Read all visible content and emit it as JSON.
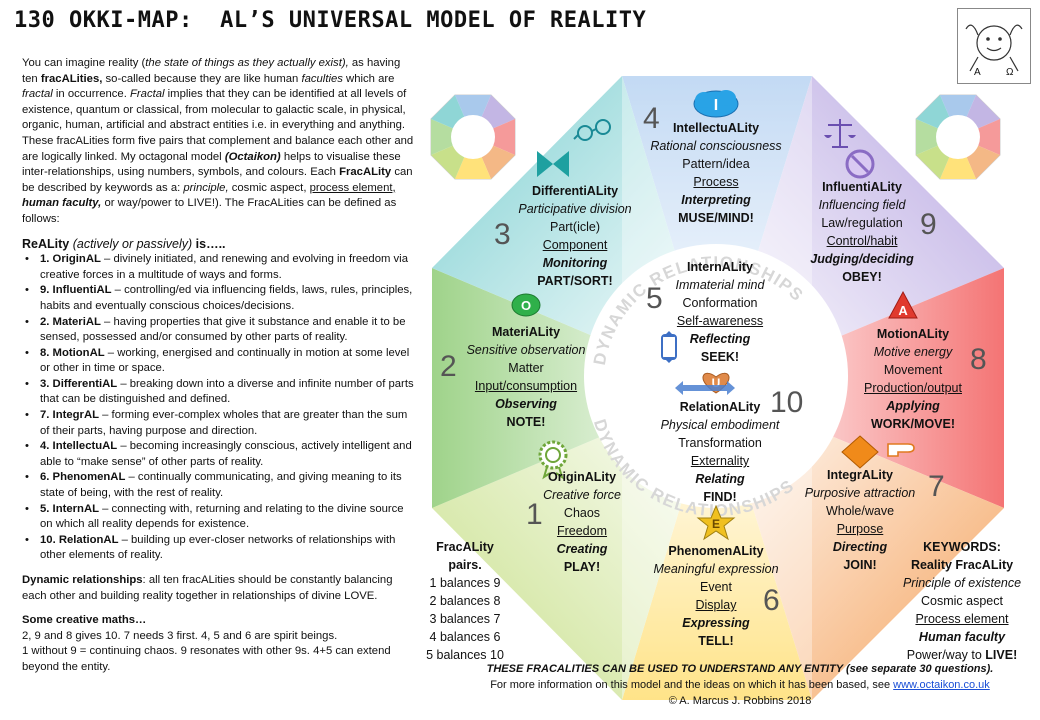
{
  "title": "130 OKKI-MAP:  AL’S UNIVERSAL MODEL OF REALITY",
  "intro": {
    "p1a": "You can imagine reality (",
    "p1b": "the state of things as they actually exist),",
    "p1c": " as having ten ",
    "p1d": "fracALities,",
    "p1e": " so-called because they are like human ",
    "p1f": "faculties",
    "p1g": " which are ",
    "p1h": "fractal",
    "p1i": " in occurrence. ",
    "p1j": "Fractal",
    "p1k": " implies that they can be identified at all levels of existence, quantum or classical, from molecular to galactic scale, in physical, organic, human, artificial and abstract entities i.e. in everything and anything. These fracALities form five pairs that complement and balance each other and are logically linked. My octagonal model ",
    "p1l": "(Octaikon)",
    "p1m": " helps to visualise these inter-relationships, using numbers, symbols, and colours. Each ",
    "p1n": "FracALity",
    "p1o": " can be described by keywords as a: ",
    "p1p": "principle,",
    "p1q": " cosmic aspect, ",
    "p1r": "process element,",
    "p1s": " ",
    "p1t": "human faculty,",
    "p1u": " or way/power to LIVE!).  The FracALities can be defined as follows:"
  },
  "reality_heading": {
    "a": "ReALity ",
    "b": "(actively or passively)",
    "c": " is….."
  },
  "bullets": [
    {
      "k": "1. OriginAL",
      "t": " – divinely initiated, and renewing and evolving in freedom via creative forces in a multitude of ways and forms."
    },
    {
      "k": "9. InfluentiAL",
      "t": " – controlling/ed via influencing fields, laws, rules, principles, habits and eventually conscious choices/decisions."
    },
    {
      "k": "2. MateriAL",
      "t": " – having properties that give it substance and enable it to be sensed, possessed and/or consumed by other parts of reality."
    },
    {
      "k": "8. MotionAL",
      "t": " – working, energised and continually in motion at some level or other in time or space."
    },
    {
      "k": "3. DifferentiAL",
      "t": " – breaking down into a diverse and infinite number of parts that can be distinguished and defined."
    },
    {
      "k": "7. IntegrAL",
      "t": " – forming ever-complex wholes that are greater than the sum of their parts, having purpose and direction."
    },
    {
      "k": "4. IntellectuAL",
      "t": " – becoming increasingly conscious, actively intelligent and able to “make sense” of other parts of reality."
    },
    {
      "k": "6. PhenomenAL",
      "t": " – continually communicating, and giving meaning to its state of being, with the rest of reality."
    },
    {
      "k": "5. InternAL",
      "t": " – connecting with, returning and relating to the divine source on which all reality depends for existence."
    },
    {
      "k": "10. RelationAL",
      "t": " – building up ever-closer networks of relationships with other elements of reality."
    }
  ],
  "dynamic": {
    "k": "Dynamic relationships",
    "t": ":  all ten fracALities should be constantly balancing each other and building reality together in relationships of divine LOVE."
  },
  "maths": {
    "heading": "Some creative maths…",
    "l1": "2, 9 and 8 gives 10.     7 needs 3 first.    4, 5 and 6 are spirit beings.",
    "l2": "1 without 9 = continuing chaos.  9 resonates with other 9s.  4+5 can extend beyond the entity."
  },
  "ring_text": {
    "top": "DYNAMIC RELATIONSHIPS",
    "bottom": "DYNAMIC RELATIONSHIPS"
  },
  "fracalities": [
    {
      "id": "intellectual",
      "number": "4",
      "name": "IntellectuALity",
      "aspect": "Rational consciousness",
      "keyword": "Pattern/idea",
      "process": "Process",
      "faculty": "Interpreting",
      "power": "MUSE/MIND!",
      "symbol": "I"
    },
    {
      "id": "differential",
      "number": "3",
      "name": "DifferentiALity",
      "aspect": "Participative division",
      "keyword": "Part(icle)",
      "process": "Component",
      "faculty": "Monitoring",
      "power": "PART/SORT!",
      "symbol": ""
    },
    {
      "id": "influential",
      "number": "9",
      "name": "InfluentiALity",
      "aspect": "Influencing field",
      "keyword": "Law/regulation",
      "process": "Control/habit",
      "faculty": "Judging/deciding",
      "power": "OBEY!",
      "symbol": ""
    },
    {
      "id": "material",
      "number": "2",
      "name": "MateriALity",
      "aspect": "Sensitive observation",
      "keyword": "Matter",
      "process": "Input/consumption",
      "faculty": "Observing",
      "power": "NOTE!",
      "symbol": "O"
    },
    {
      "id": "internal",
      "number": "5",
      "name": "InternALity",
      "aspect": "Immaterial mind",
      "keyword": "Conformation",
      "process": "Self-awareness",
      "faculty": "Reflecting",
      "power": "SEEK!",
      "symbol": ""
    },
    {
      "id": "motional",
      "number": "8",
      "name": "MotionALity",
      "aspect": "Motive energy",
      "keyword": "Movement",
      "process": "Production/output",
      "faculty": "Applying",
      "power": "WORK/MOVE!",
      "symbol": "A"
    },
    {
      "id": "relational",
      "number": "10",
      "name": "RelationALity",
      "aspect": "Physical embodiment",
      "keyword": "Transformation",
      "process": "Externality",
      "faculty": "Relating",
      "power": "FIND!",
      "symbol": "U"
    },
    {
      "id": "original",
      "number": "1",
      "name": "OriginALity",
      "aspect": "Creative force",
      "keyword": "Chaos",
      "process": "Freedom",
      "faculty": "Creating",
      "power": "PLAY!",
      "symbol": ""
    },
    {
      "id": "integral",
      "number": "7",
      "name": "IntegrALity",
      "aspect": "Purposive attraction",
      "keyword": "Whole/wave",
      "process": "Purpose",
      "faculty": "Directing",
      "power": "JOIN!",
      "symbol": ""
    },
    {
      "id": "phenomenal",
      "number": "6",
      "name": "PhenomenALity",
      "aspect": "Meaningful expression",
      "keyword": "Event",
      "process": "Display",
      "faculty": "Expressing",
      "power": "TELL!",
      "symbol": "E"
    }
  ],
  "pairs": {
    "heading1": "FracALity",
    "heading2": "pairs.",
    "rows": [
      "1 balances 9",
      "2 balances 8",
      "3 balances 7",
      "4 balances 6",
      "5 balances 10"
    ]
  },
  "keywords": {
    "heading": "KEYWORDS:",
    "l1": "Reality FracALity",
    "l2": "Principle of existence",
    "l3": "Cosmic aspect",
    "l4": "Process element",
    "l5": "Human faculty",
    "l6a": "Power/way to ",
    "l6b": "LIVE!"
  },
  "footer": {
    "l1": "THESE FRACALITIES CAN BE USED TO UNDERSTAND ANY ENTITY (see separate 30 questions).",
    "l2a": "For more information on this model and the ideas on which it has been based, see ",
    "l2b": "www.octaikon.co.uk",
    "l3": "© A. Marcus J. Robbins 2018"
  },
  "logo": {
    "left_letter": "A",
    "right_letter": "Ω"
  },
  "colors": {
    "blue": "#a9c9ec",
    "green": "#b5dda0",
    "red": "#f59a9a",
    "purple": "#c3b6e4",
    "cyan": "#8fd6d6",
    "yellow": "#ffe27a",
    "orange": "#f4b886",
    "text_grey": "#555555",
    "link": "#1a4fd6"
  }
}
